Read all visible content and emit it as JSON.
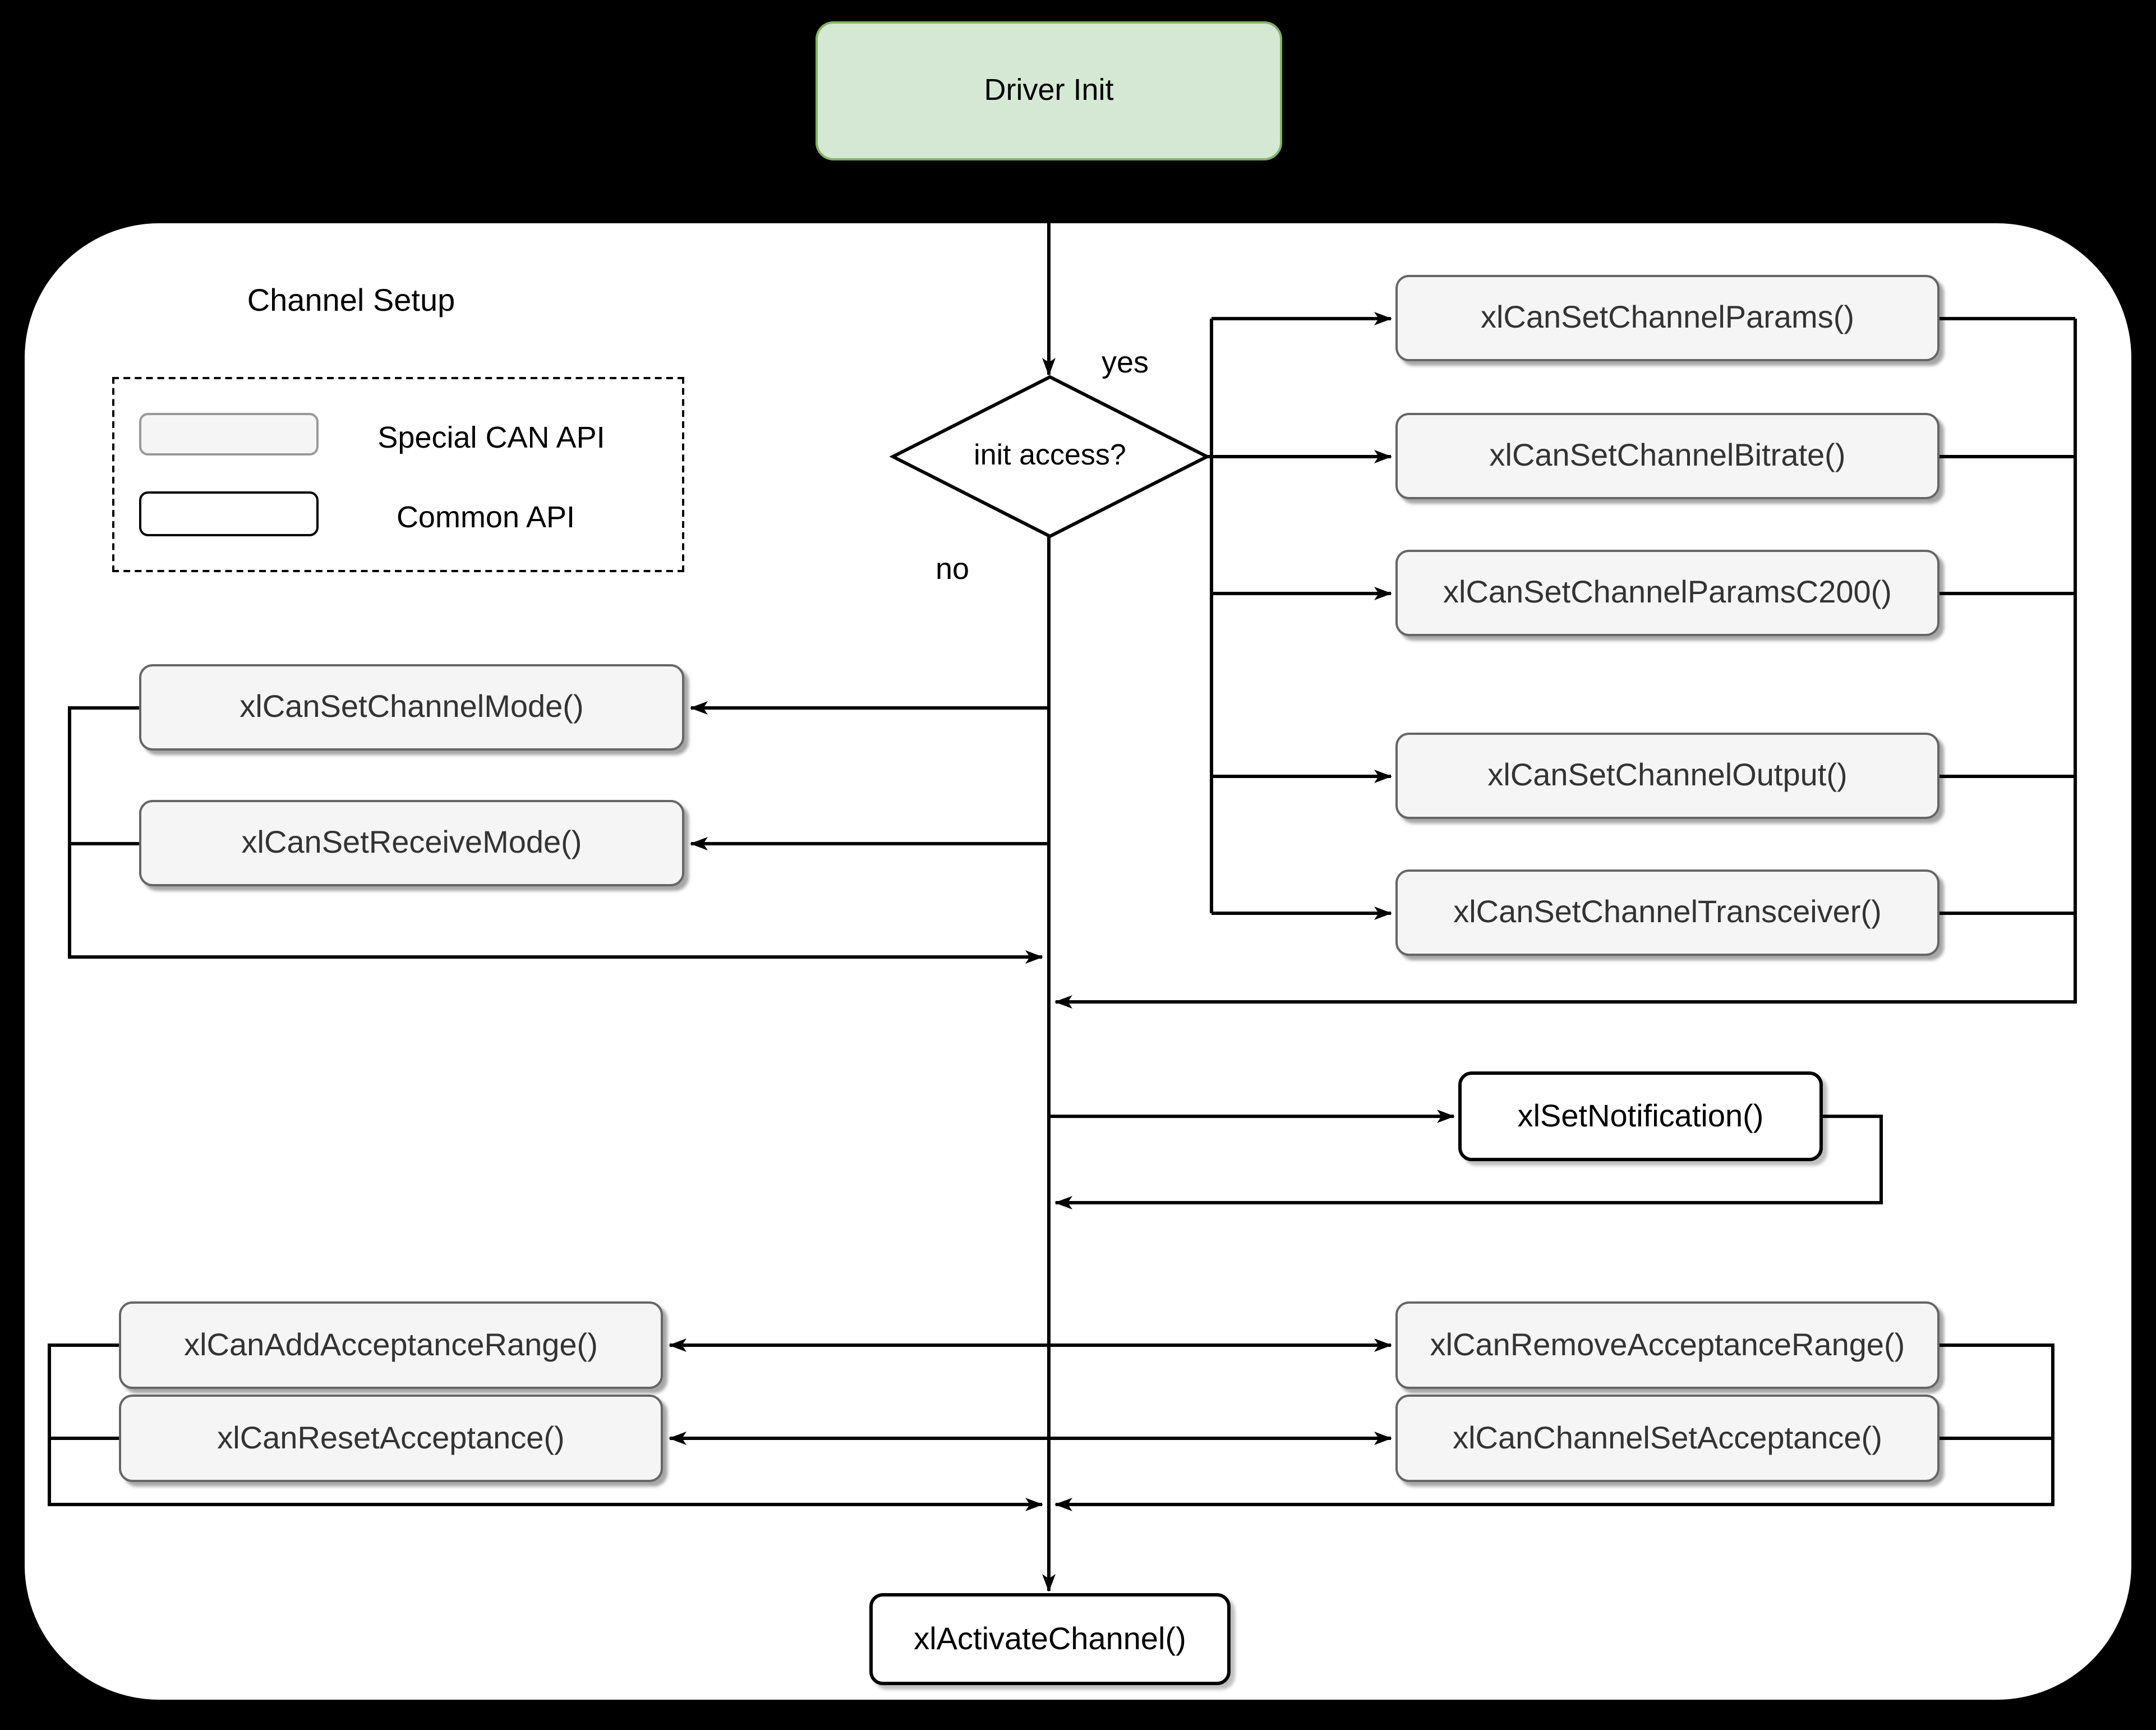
{
  "diagram": {
    "title": "Channel Setup",
    "type": "flowchart"
  },
  "colors": {
    "background": "#000000",
    "container": "#ffffff",
    "special_fill": "#f5f5f5",
    "special_border": "#666666",
    "common_fill": "#ffffff",
    "common_border": "#000000",
    "start_fill": "#d5e8d4",
    "start_border": "#82b366",
    "line": "#000000"
  },
  "start_node": {
    "label": "Driver Init"
  },
  "decision": {
    "label": "init access?",
    "yes": "yes",
    "no": "no"
  },
  "legend": {
    "special": "Special CAN API",
    "common": "Common API"
  },
  "right_column": {
    "items": [
      "xlCanSetChannelParams()",
      "xlCanSetChannelBitrate()",
      "xlCanSetChannelParamsC200()",
      "xlCanSetChannelOutput()",
      "xlCanSetChannelTransceiver()"
    ]
  },
  "left_column": {
    "items": [
      "xlCanSetChannelMode()",
      "xlCanSetReceiveMode()"
    ]
  },
  "notification": {
    "label": "xlSetNotification()"
  },
  "acceptance_left": {
    "items": [
      "xlCanAddAcceptanceRange()",
      "xlCanResetAcceptance()"
    ]
  },
  "acceptance_right": {
    "items": [
      "xlCanRemoveAcceptanceRange()",
      "xlCanChannelSetAcceptance()"
    ]
  },
  "end_node": {
    "label": "xlActivateChannel()"
  }
}
